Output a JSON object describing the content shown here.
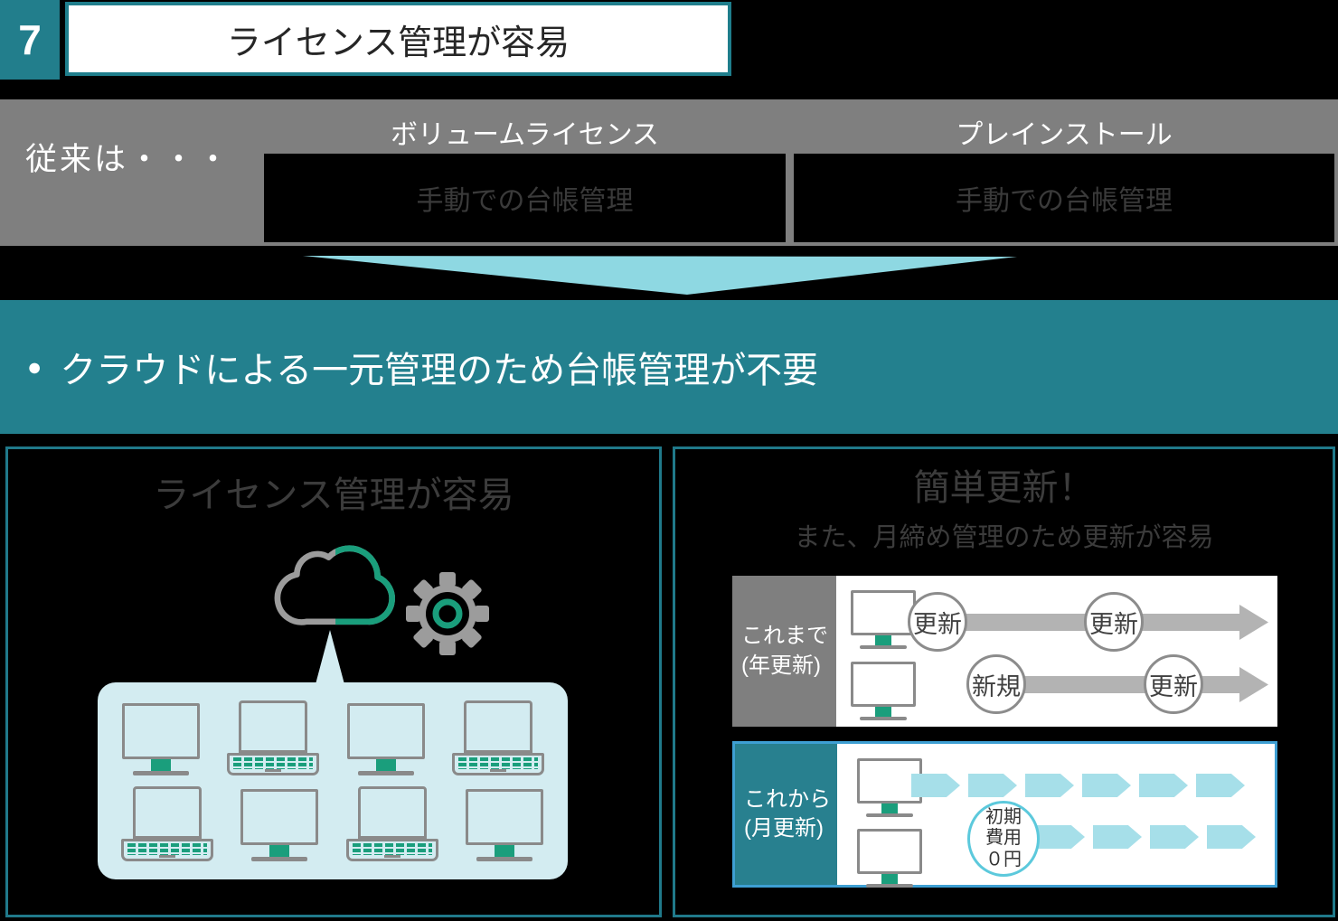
{
  "page": {
    "number": "7",
    "title": "ライセンス管理が容易"
  },
  "legacy": {
    "label": "従来は・・・",
    "columns": [
      {
        "header": "ボリュームライセンス",
        "body": "手動での台帳管理"
      },
      {
        "header": "プレインストール",
        "body": "手動での台帳管理"
      }
    ]
  },
  "banner": {
    "bullet": "●",
    "text": "クラウドによる一元管理のため台帳管理が不要"
  },
  "left_panel": {
    "title": "ライセンス管理が容易",
    "icons": [
      "cloud-icon",
      "gear-icon"
    ],
    "devices": [
      "monitor",
      "laptop",
      "monitor",
      "laptop",
      "laptop",
      "monitor",
      "laptop",
      "monitor"
    ]
  },
  "right_panel": {
    "title": "簡単更新！",
    "subtitle": "また、月締め管理のため更新が容易",
    "before": {
      "label_line1": "これまで",
      "label_line2": "(年更新)",
      "rows": [
        [
          "更新",
          "更新"
        ],
        [
          "新規",
          "更新"
        ]
      ]
    },
    "after": {
      "label_line1": "これから",
      "label_line2": "(月更新)",
      "zero_cost": [
        "初期",
        "費用",
        "０円"
      ],
      "chevrons_row1": 6,
      "chevrons_row2": 4
    }
  },
  "colors": {
    "teal": "#1F7E8C",
    "banner_teal": "#23808E",
    "gray_band": "#7F7F7F",
    "light_cyan_arrow": "#8ED8E2",
    "pale_blue_box": "#D3ECF1",
    "chevron_cyan": "#A6DFE9",
    "green": "#1A9E7C",
    "arrow_gray": "#B3B3B3",
    "after_box_border": "#3E9FD3"
  }
}
